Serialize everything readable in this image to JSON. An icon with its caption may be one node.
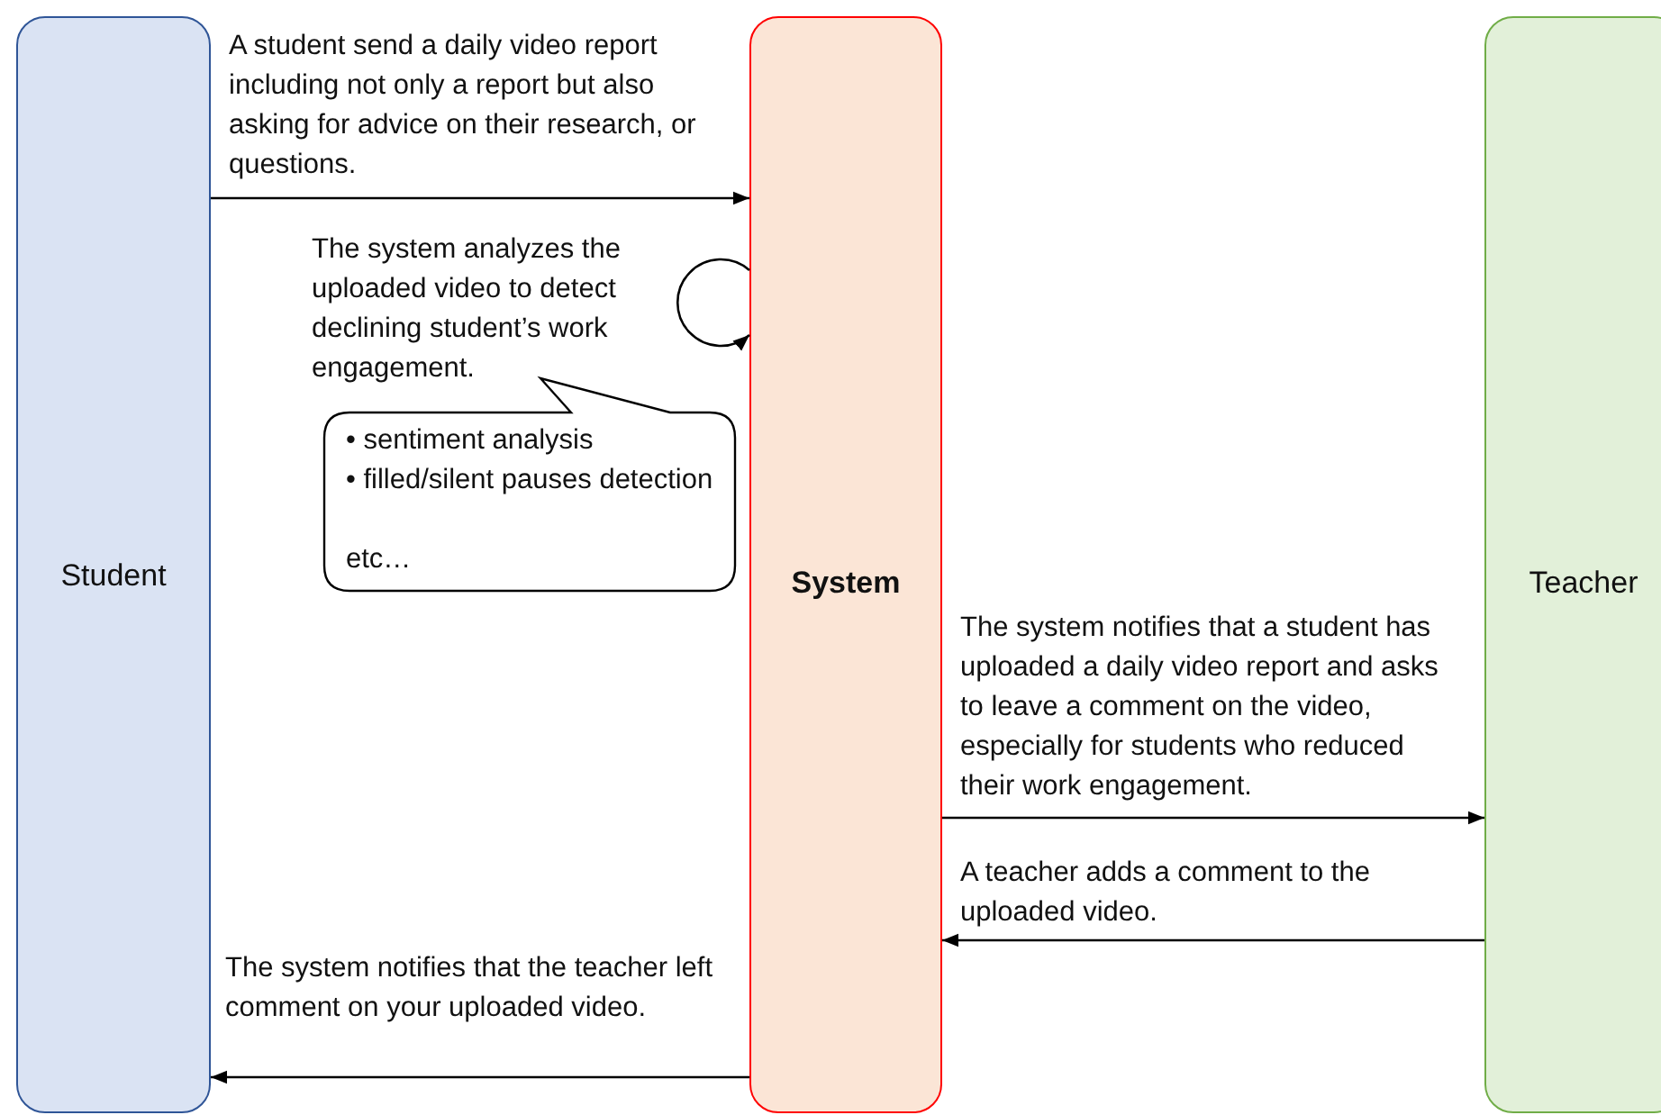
{
  "diagram": {
    "nodes": [
      {
        "text": [
          "Student"
        ]
      },
      {
        "text": [
          "System"
        ]
      },
      {
        "text": [
          "Teacher"
        ]
      },
      {
        "text": [
          "• sentiment analysis",
          "• filled/silent pauses detection",
          "etc…"
        ]
      }
    ],
    "edges": [
      {
        "from": 0,
        "to": 1,
        "arrow": "to",
        "label": "A student send a daily video report including not only a report but also asking for advice on their research, or questions."
      },
      {
        "from": 1,
        "to": 1,
        "arrow": "to",
        "label": "The system analyzes the uploaded video to detect declining student’s work engagement."
      },
      {
        "from": 1,
        "to": 2,
        "arrow": "to",
        "label": "The system notifies that a student has uploaded a daily video report and asks to leave a comment on the video, especially for students who reduced their work engagement."
      },
      {
        "from": 2,
        "to": 1,
        "arrow": "to",
        "label": "A teacher adds a comment to the uploaded video."
      },
      {
        "from": 1,
        "to": 0,
        "arrow": "to",
        "label": "The system notifies that the teacher left comment on your uploaded video."
      }
    ]
  }
}
